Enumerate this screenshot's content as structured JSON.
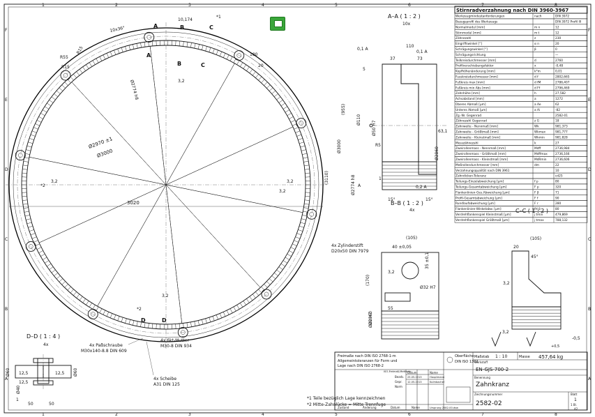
{
  "drawing": {
    "border_letters_left": [
      "F",
      "E",
      "D",
      "C",
      "B",
      "A"
    ],
    "border_letters_right": [
      "F",
      "E",
      "D",
      "C",
      "B",
      "A"
    ],
    "border_numbers": [
      "1",
      "2",
      "3",
      "4",
      "5",
      "6",
      "7",
      "8"
    ]
  },
  "main_view": {
    "dims": {
      "pitch_dia": "Ø2970 ±1",
      "inner_dia": "Ø3000",
      "bolt_circle": "Ø2774 h8",
      "overall": "3020",
      "ref_tooth": "10,174",
      "angle": "10x36°",
      "r55": "R55",
      "r15": "R15",
      "r15b": "R15",
      "rt": "R15",
      "dim180": "180",
      "dim20": "20",
      "dim3110": "(3110)",
      "star1": "*1",
      "star2": "*2",
      "star2b": "*2",
      "rough1": "3,2",
      "rough2": "3,2",
      "rough3": "3,2",
      "rough4": "3,2",
      "rough5": "3,2"
    },
    "section_marks": [
      "A",
      "B",
      "C",
      "A",
      "B",
      "C",
      "D",
      "D"
    ],
    "callouts": {
      "pass_screw_a": "4x Paßschraube",
      "pass_screw_b": "M30x140-8.8 DIN 609",
      "nut_a": "4x 6kt-Mutter",
      "nut_b": "M30-8 DIN 934",
      "washer_a": "4x Scheibe",
      "washer_b": "A31 DIN 125"
    }
  },
  "section_aa": {
    "title": "A–A ( 1 : 2 )",
    "count": "10x",
    "dims": [
      "110",
      "37",
      "73",
      "5",
      "0,1 A",
      "0,1 A",
      "(955)",
      "Ø110",
      "Ø50 H7",
      "Ø3000",
      "R5",
      "63,1",
      "Ø2860",
      "Ø2774 h8",
      "15°",
      "15°",
      "0,2 A",
      "1",
      "A"
    ]
  },
  "section_bb": {
    "title": "B–B ( 1 : 2 )",
    "count": "4x",
    "pin_a": "4x Zylinderstift",
    "pin_b": "D20x50 DIN 7979",
    "dims": [
      "(105)",
      "40 ±0,05",
      "(170)",
      "35 ±0,1",
      "Ø32 H7",
      "Ø2860",
      "Ø20 H7",
      "55",
      "3,2"
    ]
  },
  "section_cc": {
    "title": "C–C ( 1 : 2 )",
    "dims": [
      "(105)",
      "20",
      "45°",
      "3,2"
    ]
  },
  "section_dd": {
    "title": "D–D ( 1 : 4 )",
    "count": "4x",
    "dims": [
      "12,5",
      "12,5",
      "12,5",
      "Ø60",
      "Ø40",
      "Ø60",
      "50",
      "50",
      "1"
    ]
  },
  "gear_table": {
    "title": "Stirnradverzahnung nach DIN 3960-3967",
    "rows": [
      [
        "Werkzeugmindestanforderungen",
        "nach",
        "DIN 3972"
      ],
      [
        "Bezugsprofil des Werkzeugs",
        "",
        "DIN 3972 Profil III"
      ],
      [
        "Normalmodul [mm]",
        "m n",
        "12"
      ],
      [
        "Stirnmodul [mm]",
        "m t",
        "12"
      ],
      [
        "Zähnezahl",
        "z",
        "230"
      ],
      [
        "Eingriffswinkel [°]",
        "α n",
        "20"
      ],
      [
        "Schrägungswinkel [°]",
        "β",
        "0"
      ],
      [
        "Schrägungsrichtung",
        "",
        "—"
      ],
      [
        "Teilkreisdurchmesser [mm]",
        "d",
        "2760"
      ],
      [
        "Profilverschiebungsfaktor",
        "x",
        "-0,48"
      ],
      [
        "Kopfhöhenänderung [mm]",
        "k*m",
        "0,01"
      ],
      [
        "Fusskreisdurchmesser [mm]",
        "d f",
        "2802,665"
      ],
      [
        "Fußkreis max [mm]",
        "d fM",
        "2786,407"
      ],
      [
        "Fußkreis min Abs [mm]",
        "d Ff",
        "2796,469"
      ],
      [
        "Zahnhöhe [mm]",
        "h",
        "27,582"
      ],
      [
        "Achsabstand [mm]",
        "a",
        "1272"
      ],
      [
        "Oberes Abmaß [µm]",
        "a Ae",
        "62"
      ],
      [
        "Unteres Abmaß [µm]",
        "a Ai",
        "-82"
      ],
      [
        "Zg.-Nr. Gegenrad",
        "",
        "2582-01"
      ],
      [
        "Zähnezahl Gegenrad",
        "z G",
        "18"
      ],
      [
        "Zahnweite - Nennmaß [mm]",
        "Wk",
        "981,373"
      ],
      [
        "Zahnweite - Größtmaß [mm]",
        "Wkmax",
        "981,777"
      ],
      [
        "Zahnweite - Kleinstmaß [mm]",
        "Wkmin",
        "981,828"
      ],
      [
        "Messzähnezahl",
        "k",
        "27"
      ],
      [
        "Zweirollenmass - Nennmaß [mm]",
        "Mdff",
        "2736,984"
      ],
      [
        "Zweirollenmass - Größtmaß [mm]",
        "Mdffmax",
        "2736,166"
      ],
      [
        "Zweirollenmass - Kleinstmaß [mm]",
        "MdRmin",
        "2736,606"
      ],
      [
        "Meßrollendurchmesser [mm]",
        "dm",
        "22"
      ],
      [
        "Verzahnungsqualität nach DIN 3961",
        "",
        "10"
      ],
      [
        "Zahndicken-Toleranz",
        "",
        "cd25"
      ],
      [
        "Teilungs-Einzelabweichung [µm]",
        "f p",
        "80"
      ],
      [
        "Teilungs-Gesamtabweichung [µm]",
        "F p",
        "320"
      ],
      [
        "Flankenlinien-Ges.Abweichung [µm]",
        "F β",
        "71"
      ],
      [
        "Profil-Gesamtabweichung [µm]",
        "F f",
        "90"
      ],
      [
        "Rundlaufabweichung [µm]",
        "F r",
        "280"
      ],
      [
        "Flankenlinien-Winkelabw. [µm]",
        "fH β",
        "80"
      ],
      [
        "Verdrehflankenspiel Kleinstmaß [µm]",
        "j tmin",
        "479,869"
      ],
      [
        "Verdrehflankenspiel Größtmaß [µm]",
        "j tmax",
        "788,132"
      ]
    ]
  },
  "notes": {
    "tolerance_1": "Freimaße nach DIN ISO 2768-1-m",
    "tolerance_2": "Allgemeintoleranzen für Form und",
    "tolerance_3": "Lage nach DIN ISO 2768-2",
    "n1": "*1 Teile bezüglich Lage kennzeichnen",
    "n2": "*2 Mitte-Zahnlücke = Mitte Trennfuge",
    "surface_label": "Oberfläche",
    "surface_std": "DIN ISO 1302",
    "rough_main": "3,2",
    "edge": "-0,5",
    "edge2": "+0,5"
  },
  "title_block": {
    "scale_label": "Maßstab",
    "scale": "1 : 10",
    "mass_label": "Masse",
    "mass": "457,64 kg",
    "material_label": "Werkstoff",
    "material": "EN-GJS-700-2",
    "name_label": "Benennung",
    "name": "Zahnkranz",
    "number_label": "Zeichnungsnummer",
    "number": "2582-02",
    "sheet_label": "Blatt",
    "sheet": "1",
    "sheets": "1 Bl.",
    "format": "A2",
    "date_label": "Datum",
    "name_col": "Name",
    "row1": [
      "Bearb.",
      "25.05.2013",
      "Hauptmann"
    ],
    "row2": [
      "Gepr.",
      "12.05.2013",
      "Kulmbacher"
    ],
    "row3": [
      "Norm",
      "",
      ""
    ],
    "iso": "ISO-Freimaß-Methode",
    "status": "Zustand",
    "change": "Änderung",
    "date2": "Datum",
    "name2": "Name",
    "replace": "Ursprung 2582-00.dsw"
  }
}
